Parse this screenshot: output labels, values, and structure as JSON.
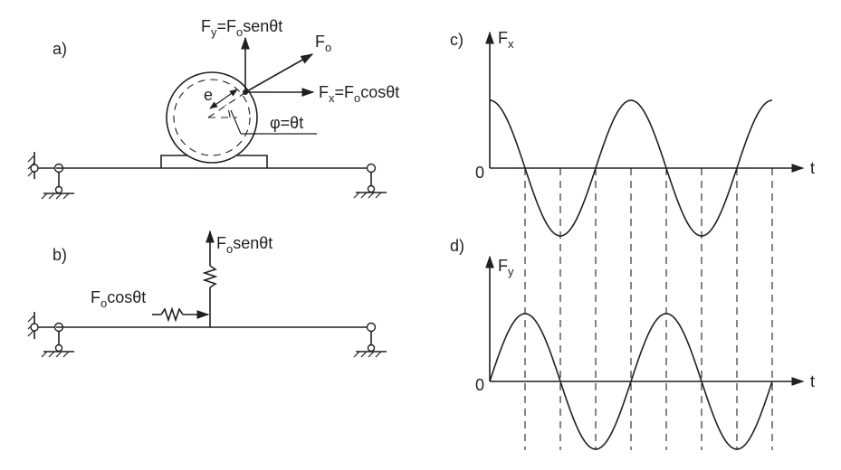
{
  "panels": {
    "a": {
      "label": "a)"
    },
    "b": {
      "label": "b)"
    },
    "c": {
      "label": "c)"
    },
    "d": {
      "label": "d)"
    }
  },
  "diagram_a": {
    "fy_main": "F",
    "fy_sub": "y",
    "fy_rest": "=F",
    "fy_sub2": "o",
    "fy_tail": "senθt",
    "fo_main": "F",
    "fo_sub": "o",
    "fx_main": "F",
    "fx_sub": "x",
    "fx_rest": "=F",
    "fx_sub2": "o",
    "fx_tail": "cosθt",
    "e_label": "e",
    "phi_label": "φ=θt"
  },
  "diagram_b": {
    "vert_main": "F",
    "vert_sub": "o",
    "vert_tail": "senθt",
    "horiz_main": "F",
    "horiz_sub": "o",
    "horiz_tail": "cosθt"
  },
  "graph_c": {
    "y_main": "F",
    "y_sub": "x",
    "origin": "0",
    "t_label": "t"
  },
  "graph_d": {
    "y_main": "F",
    "y_sub": "y",
    "origin": "0",
    "t_label": "t"
  },
  "chart_data": [
    {
      "type": "line",
      "function": "cos",
      "x": [
        0,
        0.5,
        1,
        1.5,
        2,
        2.5,
        3,
        3.5,
        4
      ],
      "values": [
        1,
        0,
        -1,
        0,
        1,
        0,
        -1,
        0,
        1
      ],
      "x_unit": "quarter periods"
    },
    {
      "type": "line",
      "function": "sin",
      "x": [
        0,
        0.5,
        1,
        1.5,
        2,
        2.5,
        3,
        3.5,
        4
      ],
      "values": [
        0,
        1,
        0,
        -1,
        0,
        1,
        0,
        -1,
        0
      ],
      "x_unit": "quarter periods"
    }
  ]
}
